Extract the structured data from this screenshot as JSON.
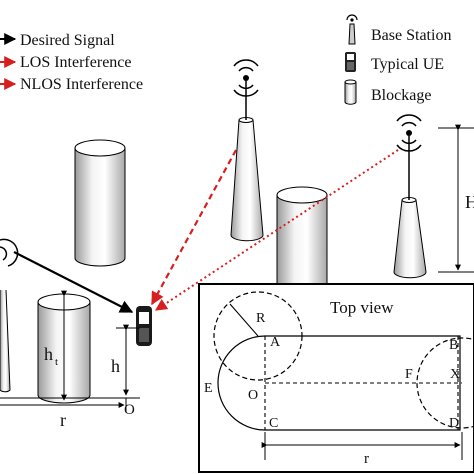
{
  "legend_left": {
    "desired": "Desired Signal",
    "los": "LOS Interference",
    "nlos": "NLOS Interference"
  },
  "legend_right": {
    "base_station": "Base Station",
    "typical_ue": "Typical UE",
    "blockage": "Blockage"
  },
  "scene_labels": {
    "ht": "h",
    "ht_sub": "t",
    "h": "h",
    "r": "r",
    "o": "O",
    "H": "H"
  },
  "top_view": {
    "title": "Top view",
    "R": "R",
    "A": "A",
    "B": "B",
    "C": "C",
    "D": "D",
    "E": "E",
    "F": "F",
    "O": "O",
    "X": "X",
    "r": "r"
  },
  "colors": {
    "desired": "#000000",
    "interference": "#d62020"
  }
}
